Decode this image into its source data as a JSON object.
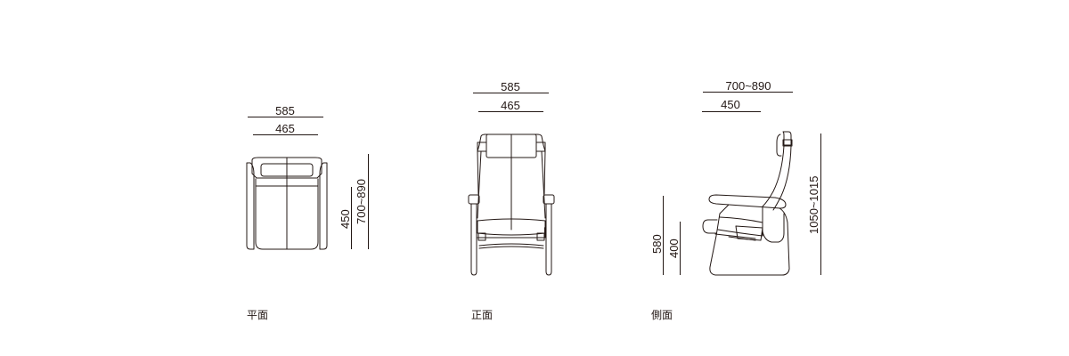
{
  "figure": {
    "type": "chair dimension drawing",
    "units": "mm",
    "stroke_color": "#231815",
    "background": "#ffffff"
  },
  "views": {
    "plan": {
      "caption": "平面",
      "dimensions": {
        "overall_width": "585",
        "seat_width": "465",
        "seat_depth": "450",
        "overall_depth": "700~890"
      }
    },
    "front": {
      "caption": "正面",
      "dimensions": {
        "overall_width": "585",
        "seat_width": "465"
      }
    },
    "side": {
      "caption": "側面",
      "dimensions": {
        "overall_depth": "700~890",
        "seat_depth": "450",
        "arm_height": "580",
        "seat_height": "400",
        "overall_height": "1050~1015"
      }
    }
  }
}
